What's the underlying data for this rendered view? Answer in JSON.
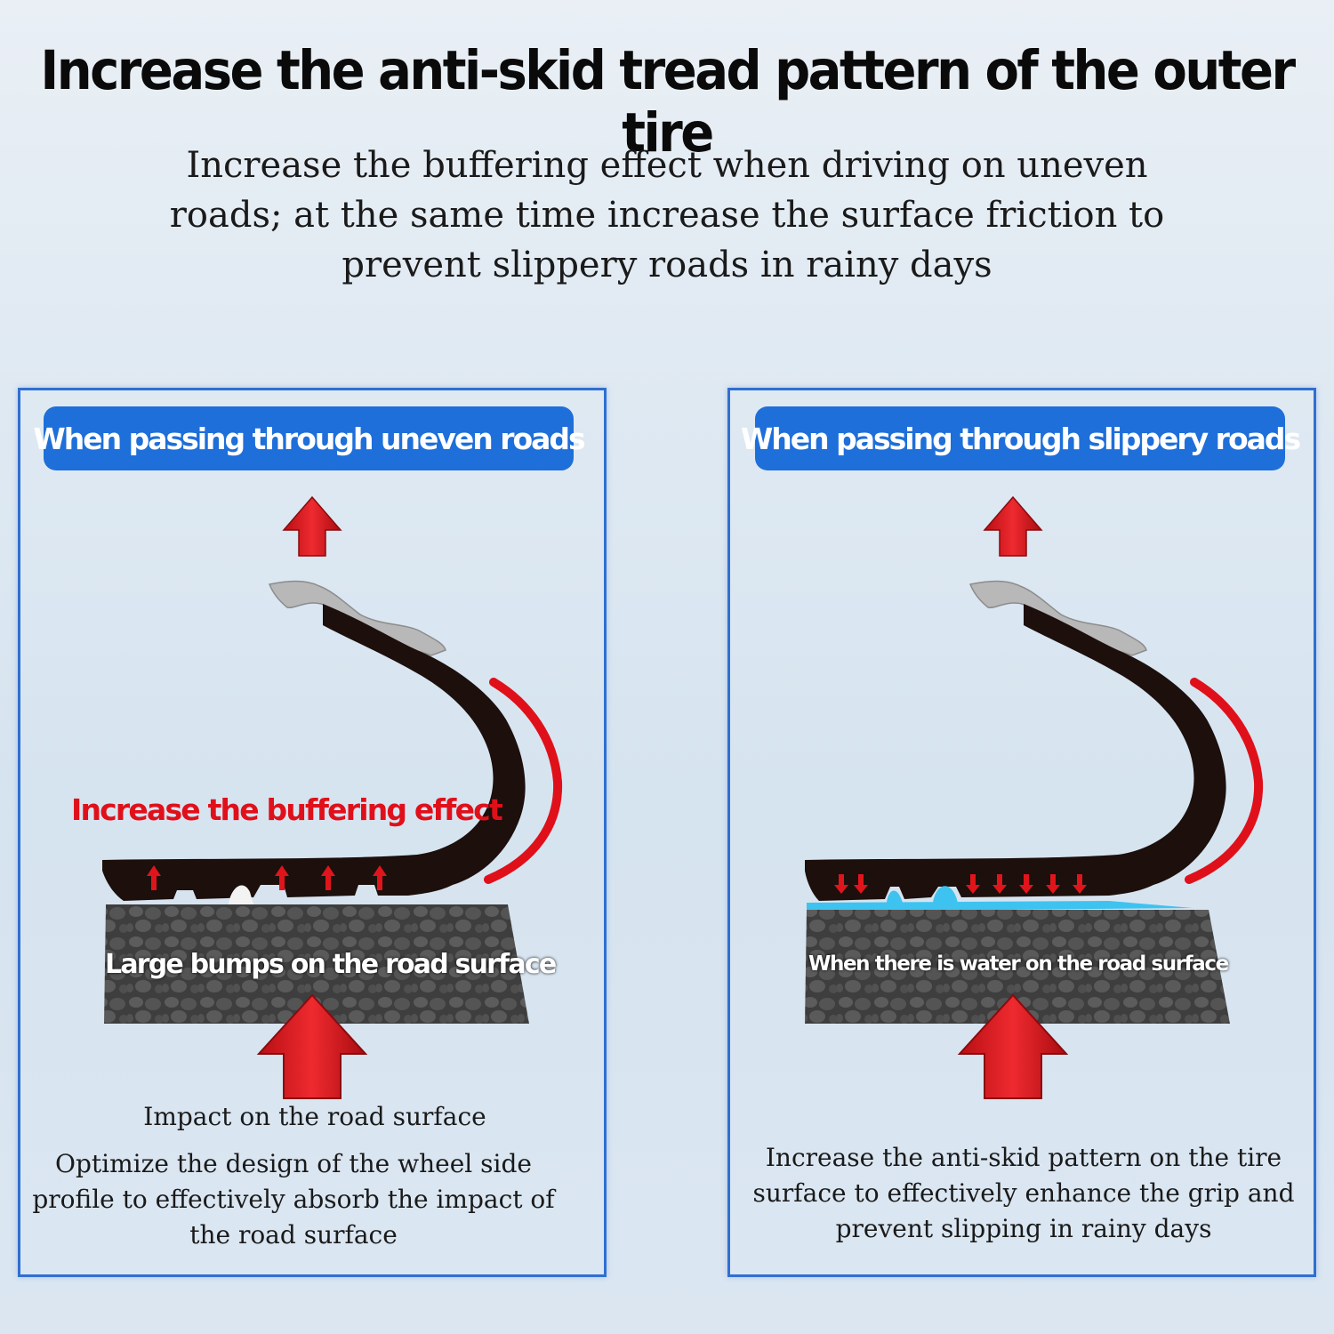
{
  "title": "Increase the anti-skid tread pattern of the outer tire",
  "subtitle": "Increase the buffering effect when driving on uneven roads; at the same time increase the surface friction to prevent slippery roads in rainy days",
  "panels": [
    {
      "header": "When passing through uneven roads",
      "effect_label": "Increase the buffering effect",
      "road_label": "Large bumps on the road surface",
      "impact_label": "Impact on the road surface",
      "description": "Optimize the design of the wheel side profile to effectively absorb the impact of the road surface"
    },
    {
      "header": "When passing through slippery roads",
      "road_label": "When there is water on the road surface",
      "description": "Increase the anti-skid pattern on the tire surface to effectively enhance the grip and prevent slipping in rainy days"
    }
  ],
  "colors": {
    "accent_blue": "#1e6fd9",
    "arrow_red": "#d9151b",
    "tire_black": "#1c0f0c",
    "water_blue": "#3ec3f0",
    "road_gray": "#4a4a4a"
  }
}
